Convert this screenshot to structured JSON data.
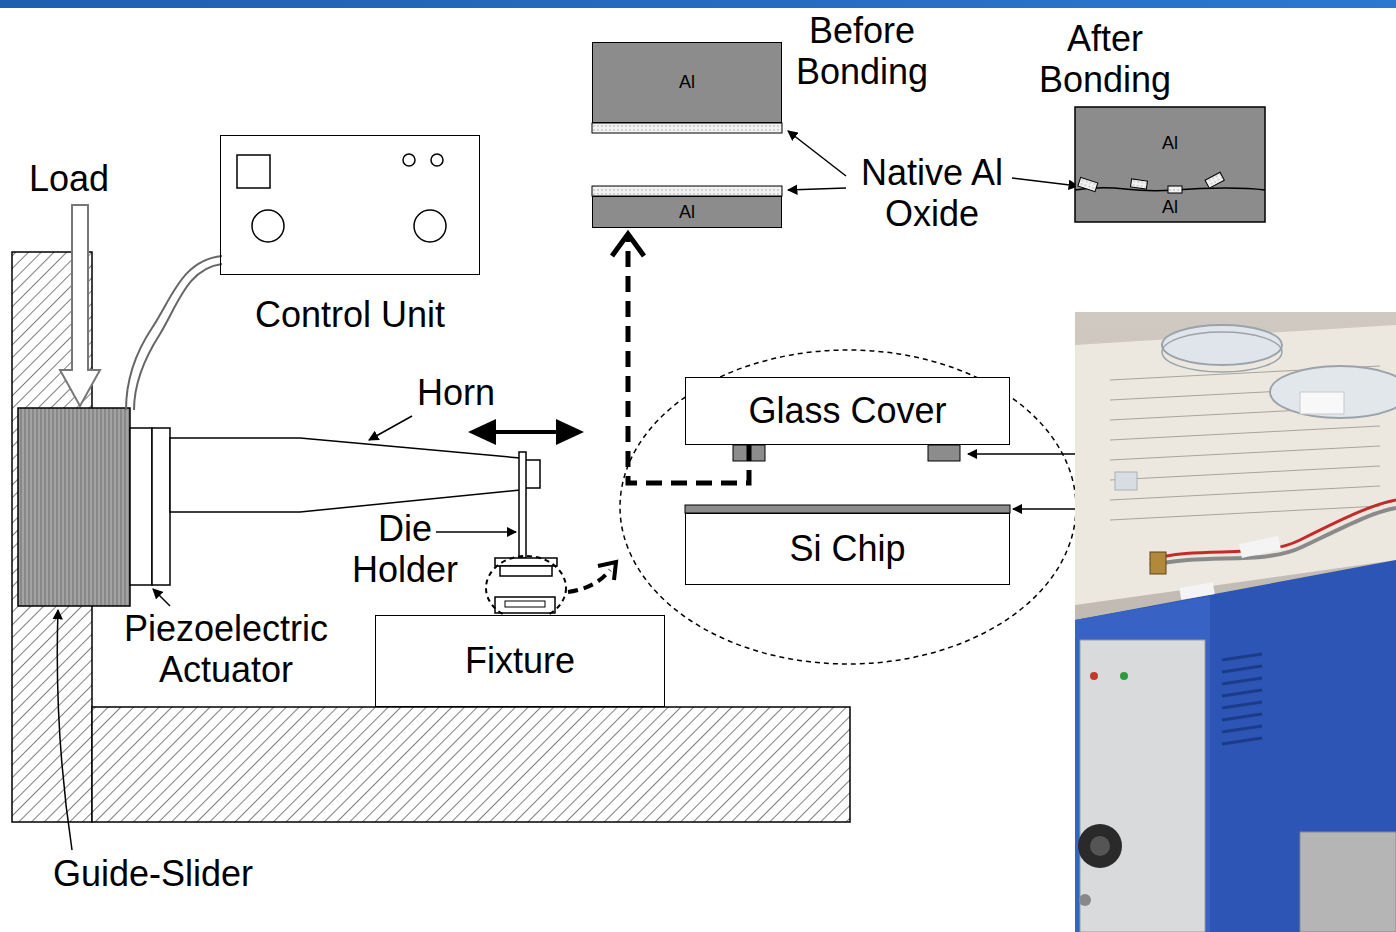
{
  "diagram": {
    "nodes": [
      {
        "text": [
          "Al"
        ]
      },
      {
        "text": [
          "Al"
        ]
      },
      {
        "text": [
          "Al",
          "Al"
        ]
      },
      {
        "text": [
          "Control Unit"
        ]
      },
      {
        "text": [
          "Glass Cover"
        ]
      },
      {
        "text": [
          "Si Chip"
        ]
      },
      {
        "text": [
          "Fixture"
        ]
      }
    ],
    "edges": [
      {
        "from": 4,
        "to": 1,
        "arrow": "to"
      }
    ],
    "labels": [
      "Before Bonding",
      "After Bonding",
      "Native Al Oxide",
      "Load",
      "Horn",
      "Die Holder",
      "Piezoelectric Actuator",
      "Guide-Slider"
    ]
  }
}
